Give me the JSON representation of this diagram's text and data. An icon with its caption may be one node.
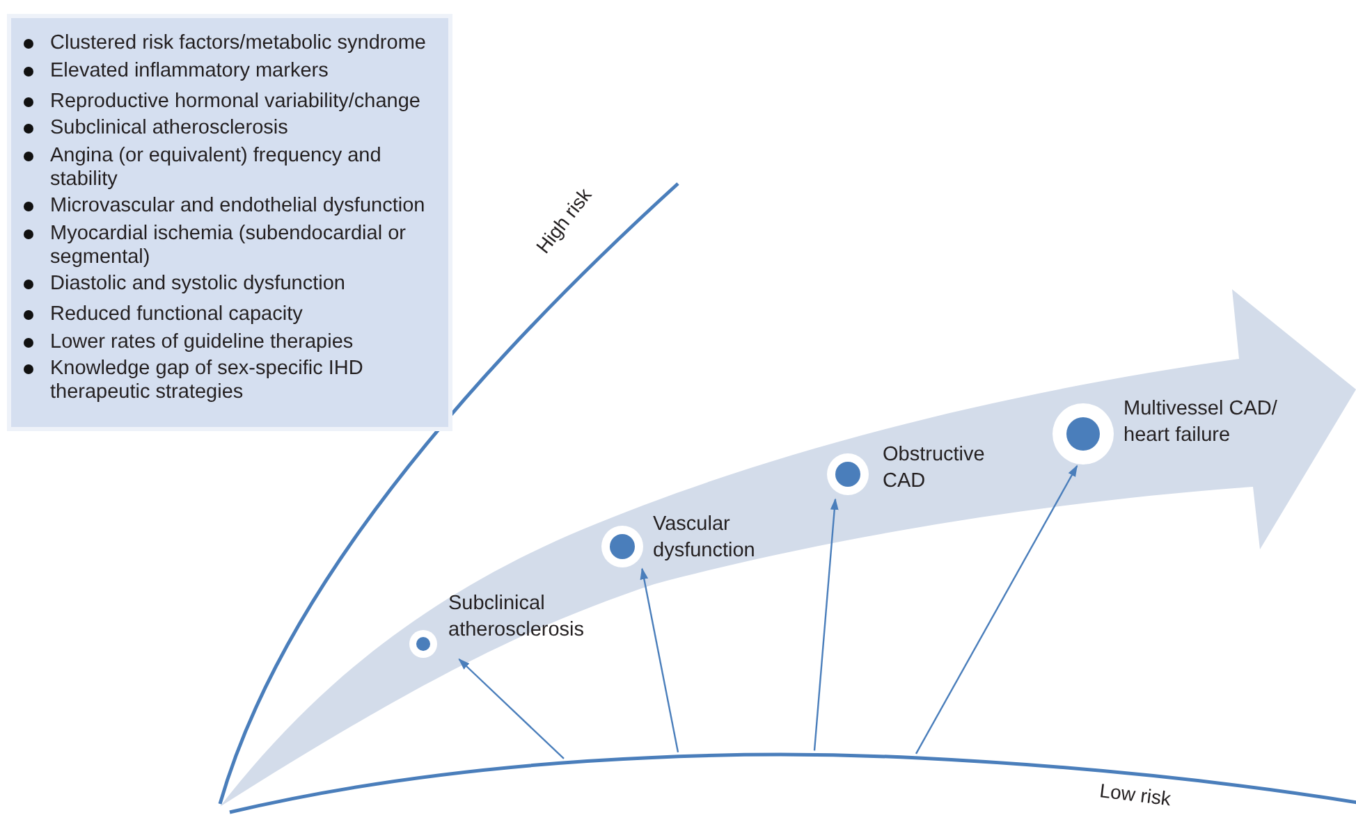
{
  "diagram": {
    "nodes": [
      {
        "text": [
          "Clustered risk factors/metabolic syndrome",
          "Elevated inflammatory markers",
          "Reproductive hormonal variability/change",
          "Subclinical atherosclerosis",
          "Angina (or equivalent) frequency and stability",
          "Microvascular and endothelial dysfunction",
          "Myocardial ischemia (subendocardial or segmental)",
          "Diastolic and systolic dysfunction",
          "Reduced functional capacity",
          "Lower rates of guideline therapies",
          "Knowledge gap of sex-specific IHD therapeutic strategies"
        ]
      },
      {
        "text": [],
        "shape": "arrow"
      },
      {
        "text": [
          "Subclinical atherosclerosis"
        ],
        "in": 1
      },
      {
        "text": [
          "Vascular dysfunction"
        ],
        "in": 1
      },
      {
        "text": [
          "Obstructive CAD"
        ],
        "in": 1
      },
      {
        "text": [
          "Multivessel CAD/ heart failure"
        ],
        "in": 1
      },
      {
        "text": [],
        "shape": "curve"
      }
    ],
    "edges": [
      {
        "from": 6,
        "to": 2,
        "arrow": "to"
      },
      {
        "from": 6,
        "to": 3,
        "arrow": "to"
      },
      {
        "from": 6,
        "to": 4,
        "arrow": "to"
      },
      {
        "from": 6,
        "to": 5,
        "arrow": "to"
      }
    ],
    "labels": [
      "High risk",
      "Low risk"
    ]
  }
}
